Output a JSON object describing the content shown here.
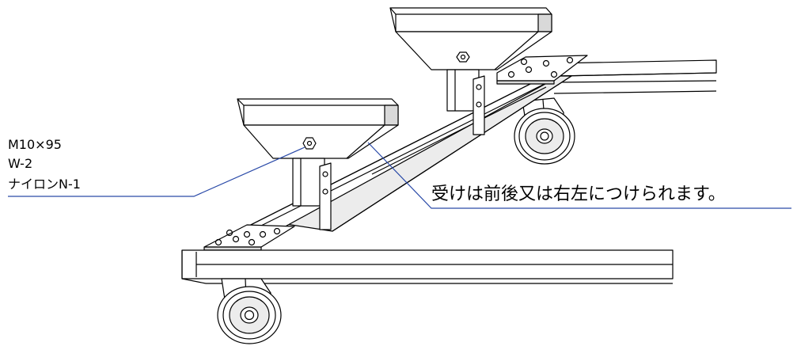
{
  "callouts": {
    "hardware_lines": [
      "M10×95",
      "W-2",
      "ナイロンN-1"
    ],
    "note": "受けは前後又は右左につけられます。"
  },
  "colors": {
    "line": "#000000",
    "leader": "#2a4aa8",
    "shade": "#d9d9d9",
    "light_shade": "#ececec",
    "background": "#ffffff"
  }
}
